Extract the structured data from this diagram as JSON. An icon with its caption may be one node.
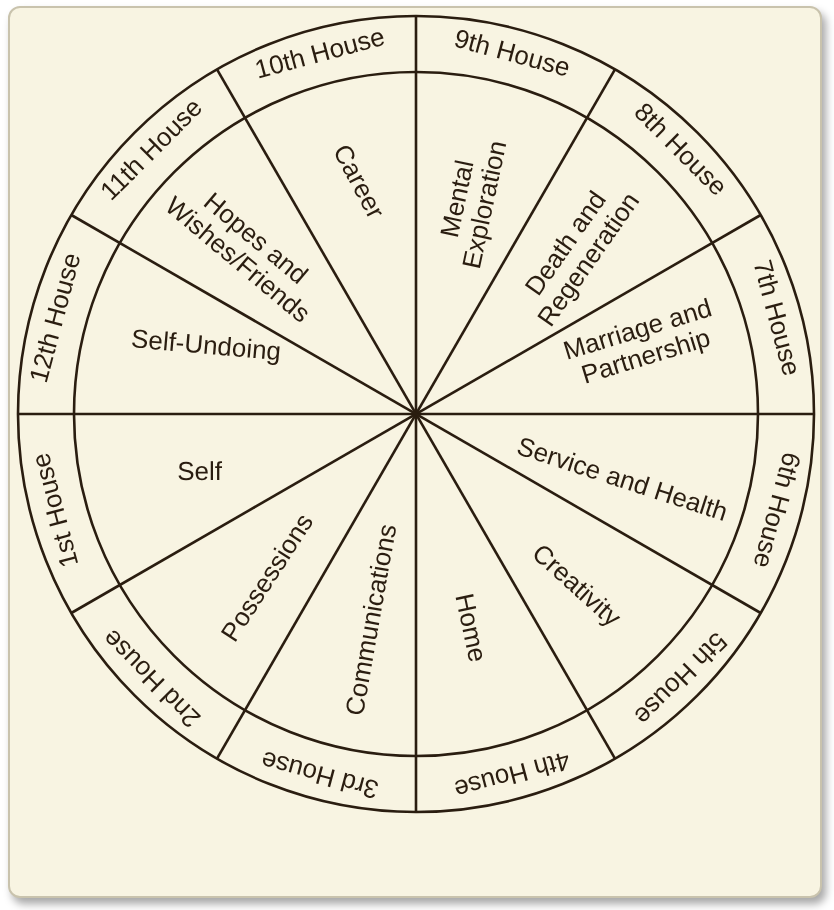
{
  "diagram": {
    "nodes": [
      {
        "text": [
          "1st House"
        ]
      },
      {
        "text": [
          "Self"
        ]
      },
      {
        "text": [
          "2nd House"
        ]
      },
      {
        "text": [
          "Possessions"
        ]
      },
      {
        "text": [
          "3rd House"
        ]
      },
      {
        "text": [
          "Communications"
        ]
      },
      {
        "text": [
          "4th House"
        ]
      },
      {
        "text": [
          "Home"
        ]
      },
      {
        "text": [
          "5th House"
        ]
      },
      {
        "text": [
          "Creativity"
        ]
      },
      {
        "text": [
          "6th House"
        ]
      },
      {
        "text": [
          "Service and Health"
        ]
      },
      {
        "text": [
          "7th House"
        ]
      },
      {
        "text": [
          "Marriage and Partnership"
        ]
      },
      {
        "text": [
          "8th House"
        ]
      },
      {
        "text": [
          "Death and Regeneration"
        ]
      },
      {
        "text": [
          "9th House"
        ]
      },
      {
        "text": [
          "Mental Exploration"
        ]
      },
      {
        "text": [
          "10th House"
        ]
      },
      {
        "text": [
          "Career"
        ]
      },
      {
        "text": [
          "11th House"
        ]
      },
      {
        "text": [
          "Hopes and Wishes/Friends"
        ]
      },
      {
        "text": [
          "12th House"
        ]
      },
      {
        "text": [
          "Self-Undoing"
        ]
      }
    ]
  }
}
